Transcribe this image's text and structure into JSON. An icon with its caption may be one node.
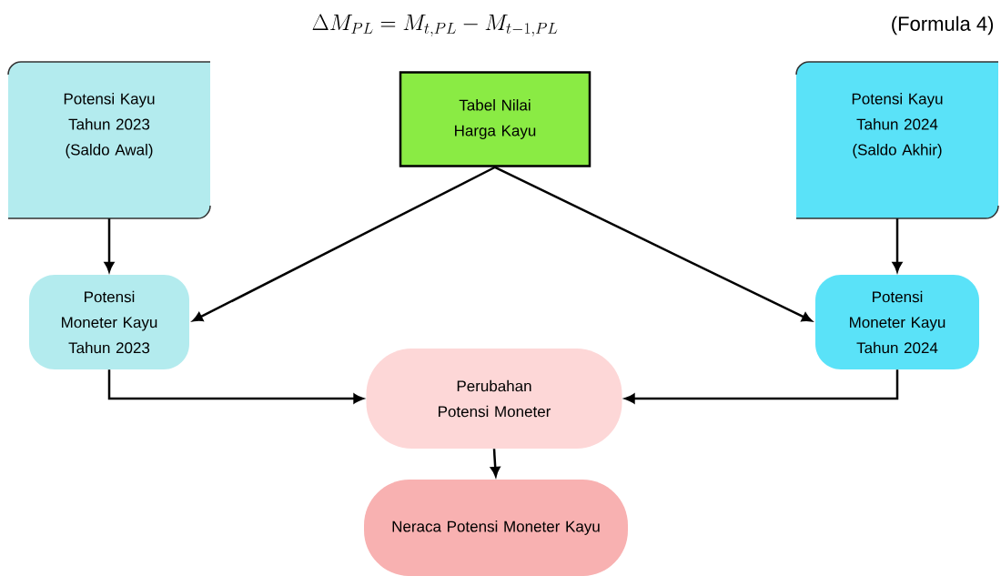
{
  "diagram": {
    "nodes": [
      {
        "text": [
          "Potensi Kayu Tahun 2023 (Saldo Awal)"
        ]
      },
      {
        "text": [
          "Tabel Nilai Harga Kayu"
        ]
      },
      {
        "text": [
          "Potensi Kayu Tahun 2024 (Saldo Akhir)"
        ]
      },
      {
        "text": [
          "Potensi Moneter Kayu Tahun 2023"
        ]
      },
      {
        "text": [
          "Potensi Moneter Kayu Tahun 2024"
        ]
      },
      {
        "text": [
          "Perubahan Potensi Moneter"
        ]
      },
      {
        "text": [
          "Neraca Potensi Moneter Kayu"
        ]
      }
    ],
    "edges": [
      {
        "from": 0,
        "to": 3,
        "arrow": "to"
      },
      {
        "from": 1,
        "to": 3,
        "arrow": "to"
      },
      {
        "from": 1,
        "to": 4,
        "arrow": "to"
      },
      {
        "from": 2,
        "to": 4,
        "arrow": "to"
      },
      {
        "from": 3,
        "to": 5,
        "arrow": "to"
      },
      {
        "from": 4,
        "to": 5,
        "arrow": "to"
      },
      {
        "from": 5,
        "to": 6,
        "arrow": "to"
      }
    ],
    "labels": [
      "\\Delta M_{PL} = M_{t,PL} - M_{t-1,PL}",
      "(Formula 4)"
    ]
  }
}
